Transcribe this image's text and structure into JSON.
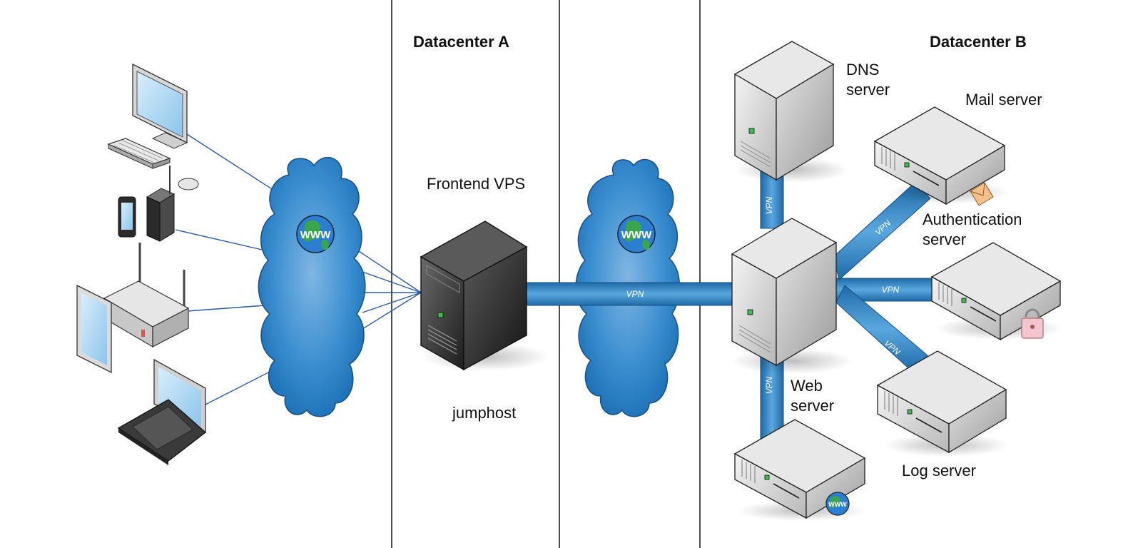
{
  "headers": {
    "datacenter_a": "Datacenter A",
    "datacenter_b": "Datacenter B"
  },
  "labels": {
    "frontend_vps": "Frontend VPS",
    "jumphost": "jumphost",
    "dns_server": "DNS\nserver",
    "mail_server": "Mail server",
    "auth_server": "Authentication\nserver",
    "web_server": "Web\nserver",
    "log_server": "Log server"
  },
  "link_labels": {
    "vpn_main": "VPN",
    "vpn_dns": "VPN",
    "vpn_mail": "VPN",
    "vpn_auth": "VPN",
    "vpn_log": "VPN",
    "vpn_web": "VPN"
  },
  "cloud_text": {
    "internet_left": "WWW",
    "internet_right": "WWW",
    "web_badge": "WWW"
  },
  "colors": {
    "cloud": "#2f86cc",
    "vpn_tunnel": "#2a7fc1",
    "client_link": "#2a5aa8",
    "server_grey": "#d4d4d4",
    "jumphost_dark": "#3a3a3a"
  },
  "icons": [
    "desktop-computer-icon",
    "mobile-phone-icon",
    "tower-pc-icon",
    "wifi-router-icon",
    "tablet-icon",
    "laptop-icon",
    "cloud-icon",
    "globe-icon",
    "server-tower-icon",
    "rack-server-icon",
    "envelope-icon",
    "padlock-icon"
  ]
}
